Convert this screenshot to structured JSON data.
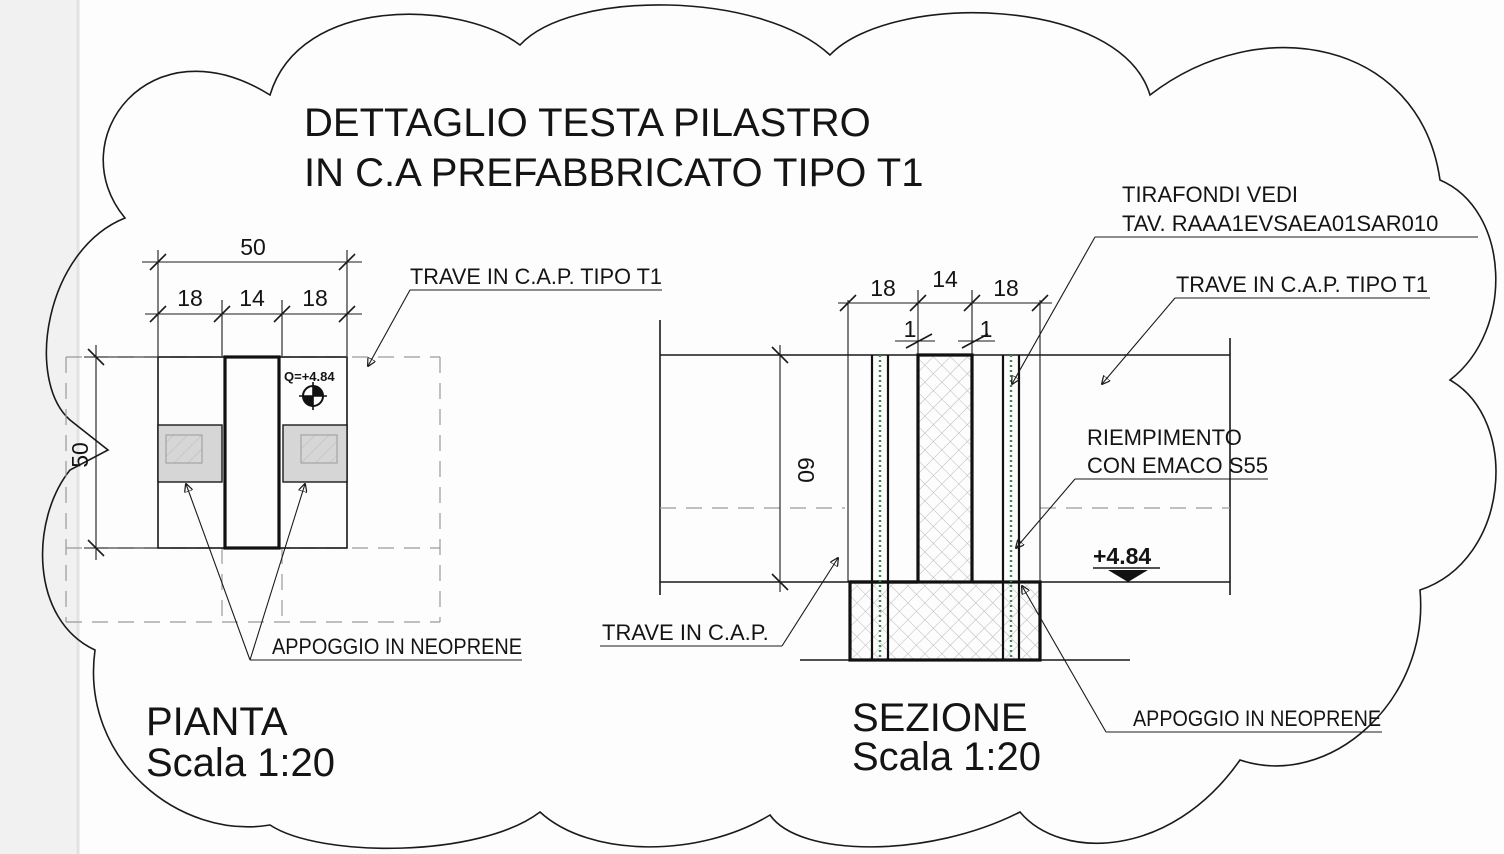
{
  "title": {
    "line1": "DETTAGLIO TESTA PILASTRO",
    "line2": "IN C.A PREFABBRICATO TIPO T1"
  },
  "plan": {
    "view_title": "PIANTA",
    "view_scale": "Scala 1:20",
    "dim_overall": "50",
    "dim_left": "18",
    "dim_center": "14",
    "dim_right": "18",
    "dim_vertical": "50",
    "level_tag": "Q=+4.84",
    "callout_beam": "TRAVE IN C.A.P. TIPO T1",
    "callout_bearing": "APPOGGIO IN NEOPRENE"
  },
  "section": {
    "view_title": "SEZIONE",
    "view_scale": "Scala 1:20",
    "dim_left": "18",
    "dim_center": "14",
    "dim_right": "18",
    "dim_gap_left": "1",
    "dim_gap_right": "1",
    "dim_height": "60",
    "level": "+4.84",
    "callout_anchor_line1": "TIRAFONDI VEDI",
    "callout_anchor_line2": "TAV. RAAA1EVSAEA01SAR010",
    "callout_beam_t1": "TRAVE IN C.A.P. TIPO T1",
    "callout_fill_line1": "RIEMPIMENTO",
    "callout_fill_line2": "CON EMACO S55",
    "callout_beam": "TRAVE IN C.A.P.",
    "callout_bearing": "APPOGGIO IN NEOPRENE"
  },
  "colors": {
    "ink": "#1a1a1a",
    "hatch_gray": "#bdbdbd",
    "bearing_fill": "#d6d6d6",
    "rebar_green": "#3c8a52"
  }
}
